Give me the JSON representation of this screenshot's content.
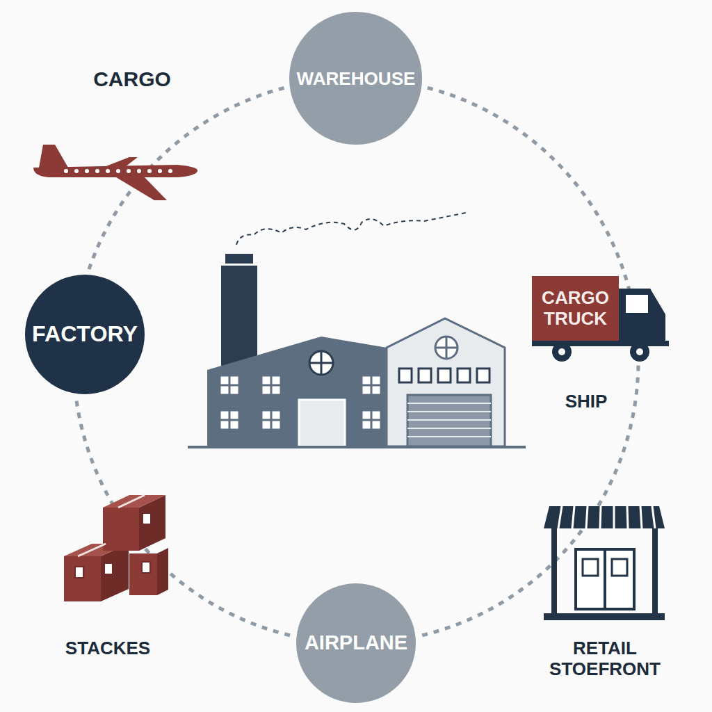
{
  "diagram": {
    "nodes": [
      {
        "text": [
          "WAREHOUSE"
        ]
      },
      {
        "text": [
          "FACTORY"
        ]
      },
      {
        "text": [
          "CARGO TRUCK"
        ]
      },
      {
        "text": [
          "AIRPLANE"
        ]
      }
    ],
    "edges": [
      {
        "from": 0,
        "to": 2,
        "arrow": "none"
      },
      {
        "from": 2,
        "to": 3,
        "arrow": "none"
      },
      {
        "from": 3,
        "to": 1,
        "arrow": "none"
      },
      {
        "from": 1,
        "to": 0,
        "arrow": "none"
      }
    ],
    "labels": [
      "CARGO",
      "SHIP",
      "STACKES",
      "RETAIL STOEFRONT"
    ]
  }
}
